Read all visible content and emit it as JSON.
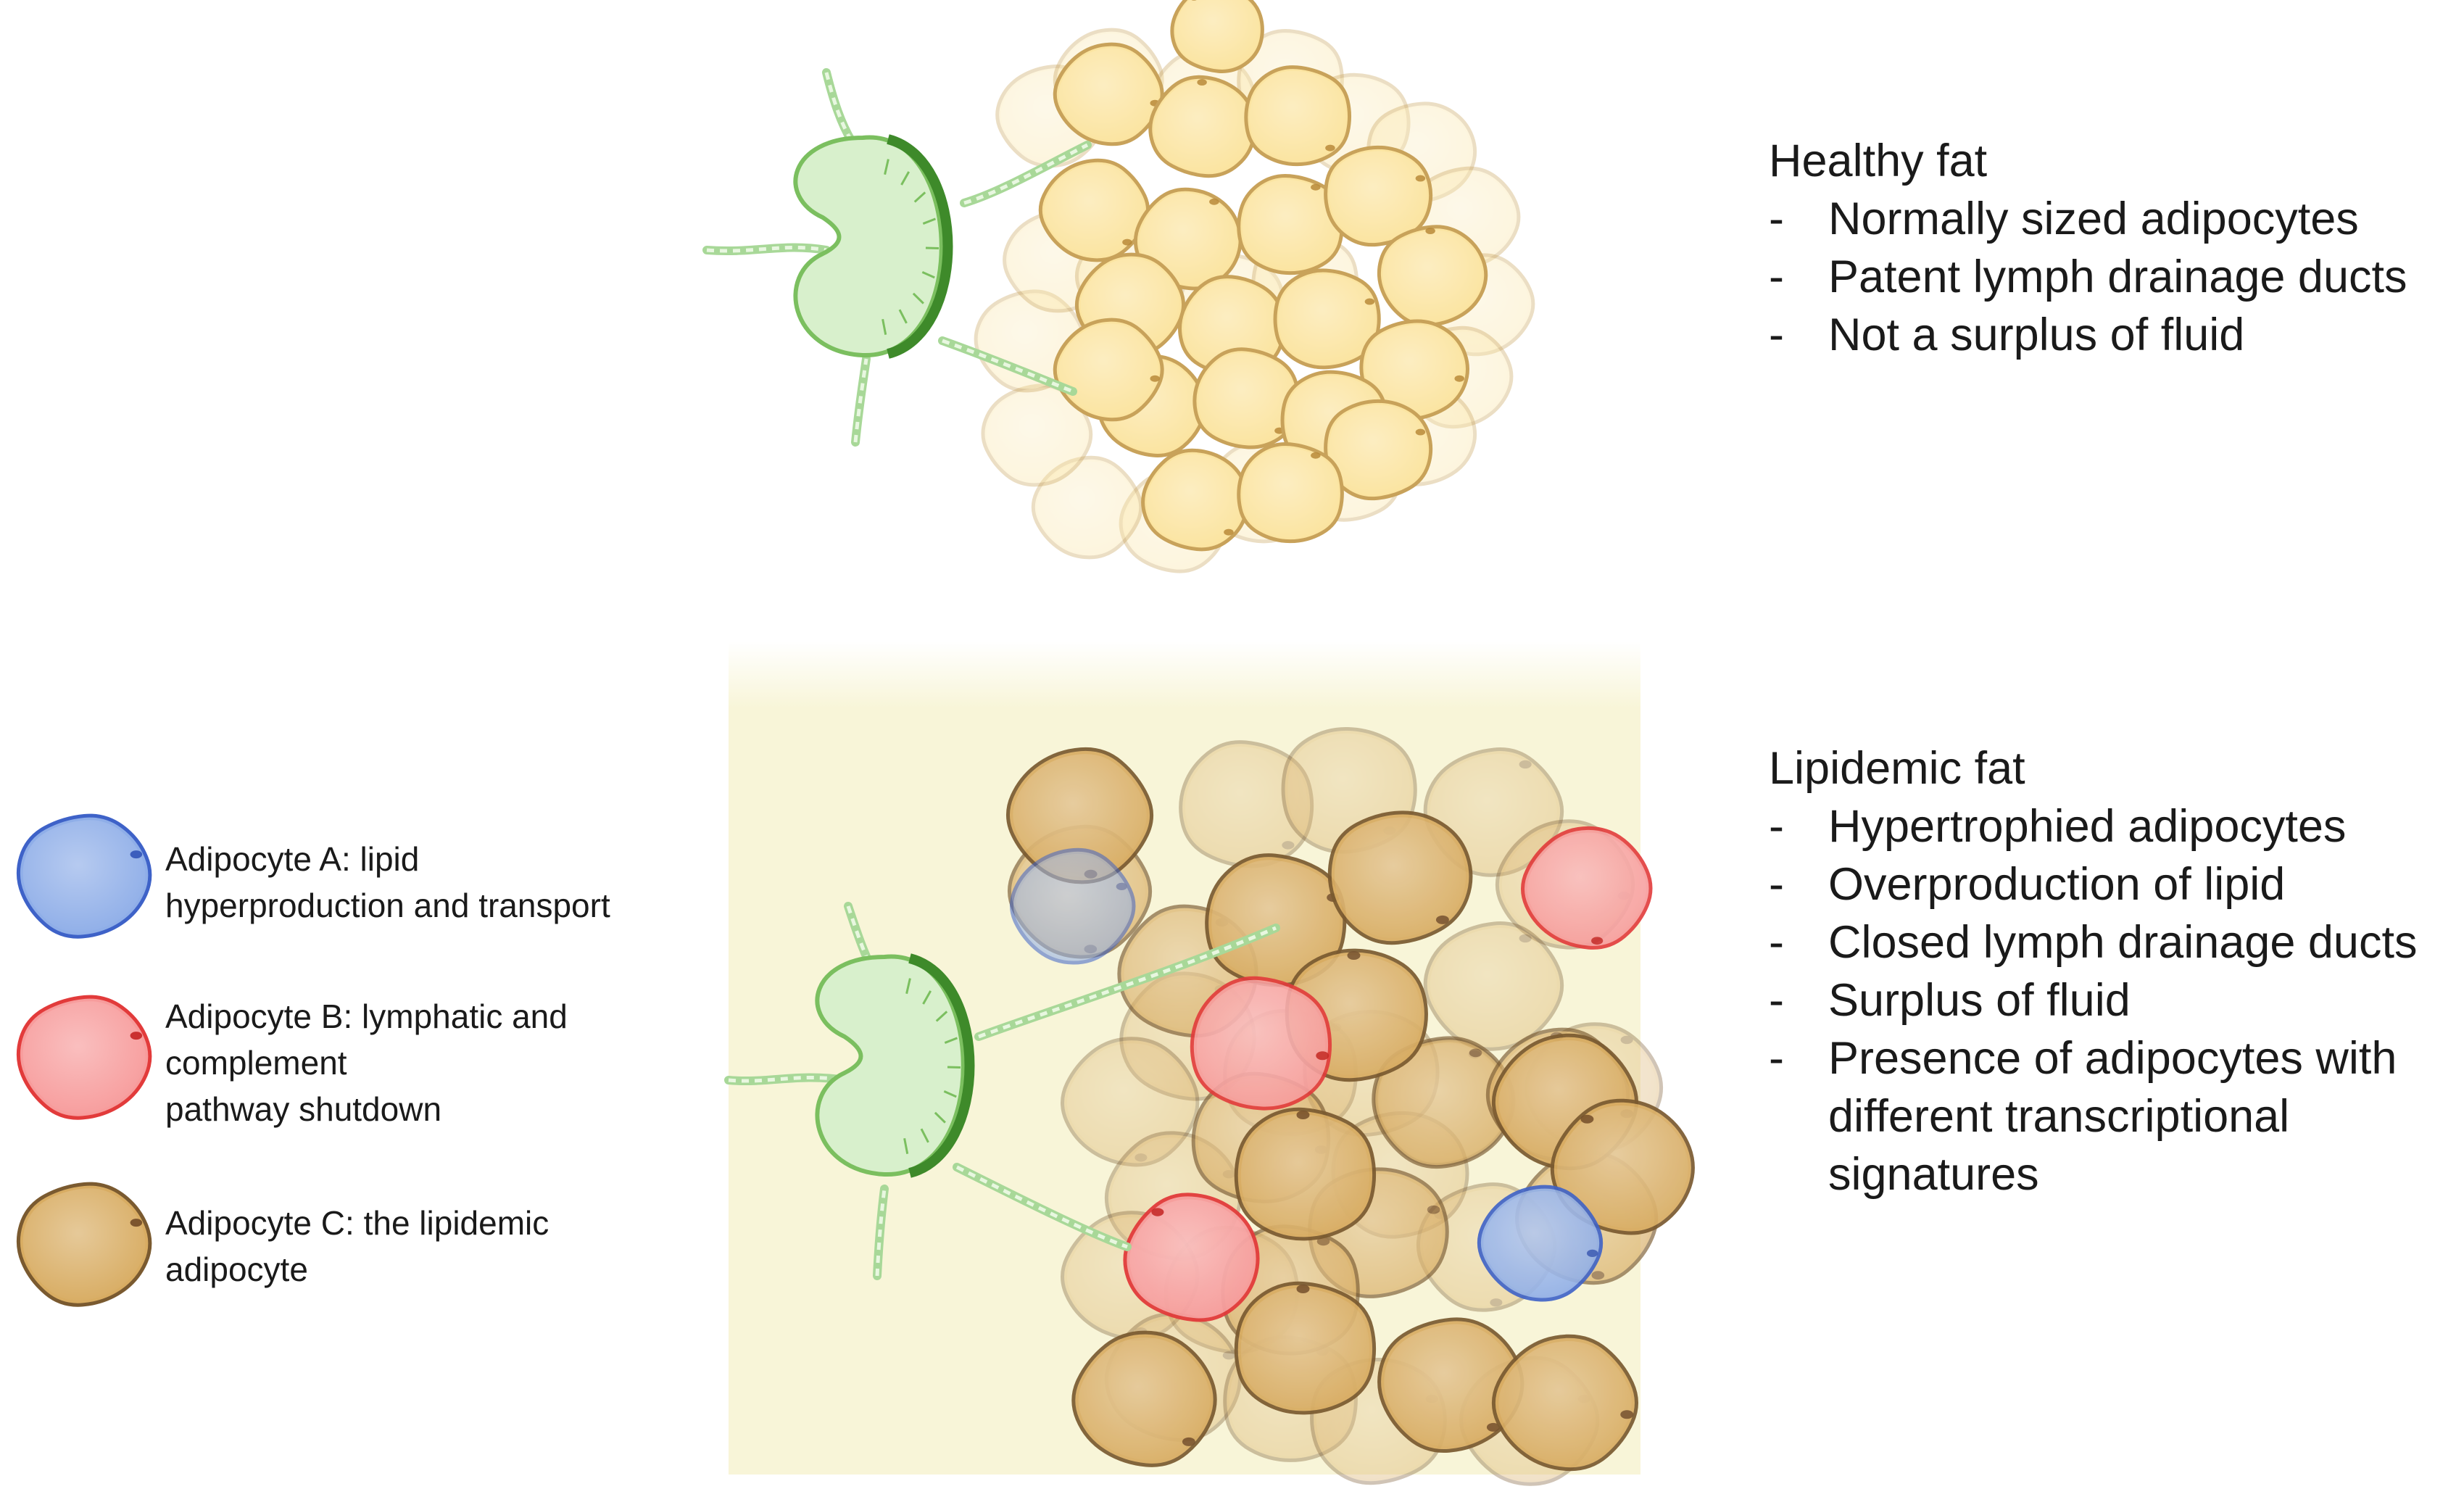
{
  "healthy": {
    "heading": "Healthy fat",
    "bullets": [
      "Normally sized adipocytes",
      "Patent lymph drainage ducts",
      "Not a surplus of fluid"
    ]
  },
  "lipidemic": {
    "heading": "Lipidemic fat",
    "bullets": [
      "Hypertrophied adipocytes",
      "Overproduction of lipid",
      "Closed lymph drainage ducts",
      "Surplus of fluid",
      "Presence of adipocytes with\ndifferent transcriptional\nsignatures"
    ]
  },
  "legend": [
    {
      "label": "Adipocyte A: lipid\nhyperproduction and transport",
      "fill": "#8faee8",
      "stroke": "#3e62c8",
      "nucleus": "#2b4fb5"
    },
    {
      "label": "Adipocyte B: lymphatic and\ncomplement\npathway shutdown",
      "fill": "#f79c9c",
      "stroke": "#e23b3b",
      "nucleus": "#c21b1b"
    },
    {
      "label": "Adipocyte C: the lipidemic\nadipocyte",
      "fill": "#d8ac62",
      "stroke": "#7a5a30",
      "nucleus": "#6b4422"
    }
  ],
  "colors": {
    "healthy_cell": "#fbe4a0",
    "healthy_cell_stroke": "#c8a25a",
    "lymph_node": "#d8f0cc",
    "lymph_node_stroke": "#3e8a2a",
    "lipidemic_background": "#f8f5d8"
  },
  "icons": [
    "lymph-node-icon",
    "adipocyte-icon"
  ]
}
